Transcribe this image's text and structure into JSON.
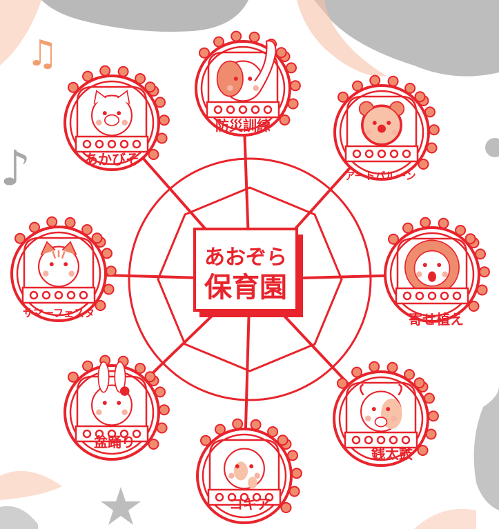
{
  "center": {
    "line1": "あおぞら",
    "line2": "保育園"
  },
  "gondolas": [
    {
      "label": "防災訓練",
      "animal": "elephant-icon"
    },
    {
      "label": "アートバルーン",
      "animal": "bear-icon"
    },
    {
      "label": "寄せ植え",
      "animal": "lion-icon"
    },
    {
      "label": "銭太鼓",
      "animal": "cow-icon"
    },
    {
      "label": "コキア",
      "animal": "giraffe-icon"
    },
    {
      "label": "盆踊り",
      "animal": "rabbit-icon"
    },
    {
      "label": "サマーフェスタ",
      "animal": "cat-icon"
    },
    {
      "label": "あかびそ",
      "animal": "pig-icon"
    }
  ],
  "colors": {
    "red": "#e8242c",
    "salmon": "#f08c6e",
    "peach": "#f7c2a8",
    "gray": "#b9b9b9"
  }
}
